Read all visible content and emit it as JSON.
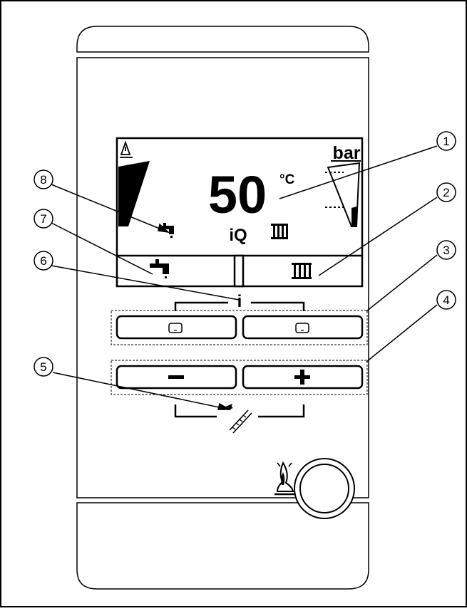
{
  "display": {
    "temperature": "50",
    "temperature_unit": "°C",
    "pressure_unit": "bar",
    "status_text": "iQ"
  },
  "center_info_symbol": "i",
  "callouts": [
    "1",
    "2",
    "3",
    "4",
    "5",
    "6",
    "7",
    "8"
  ],
  "icons": {
    "hot_water": "tap-icon",
    "heating": "radiator-icon",
    "flame": "flame-icon",
    "chimney_sweep": "ladder-icon",
    "fault": "fault-warning-icon",
    "softkey": "softkey-rectangle-icon",
    "minus": "minus-icon",
    "plus": "plus-icon"
  },
  "colors": {
    "ink": "#000000",
    "background": "#ffffff"
  }
}
